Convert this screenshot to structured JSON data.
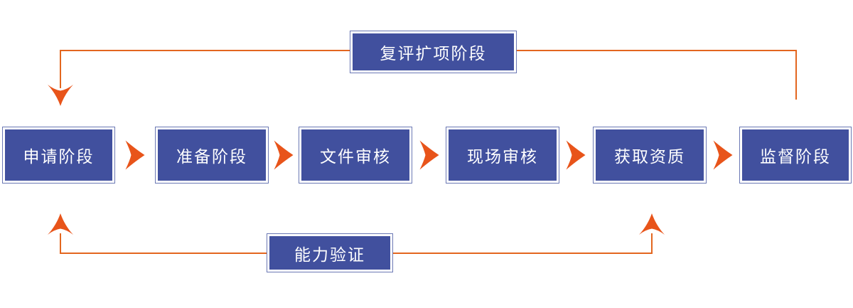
{
  "flow": {
    "stages": [
      "申请阶段",
      "准备阶段",
      "文件审核",
      "现场审核",
      "获取资质",
      "监督阶段"
    ],
    "top_loop": {
      "label": "复评扩项阶段"
    },
    "bottom_loop": {
      "label": "能力验证"
    }
  },
  "icons": {
    "between_stages": "chevron-right-icon",
    "top_loop_end": "arrow-down-icon",
    "bottom_loop_ends": "arrow-up-icon"
  },
  "colors": {
    "node_fill": "#41509e",
    "node_border": "#6b78b4",
    "node_text": "#ffffff",
    "connector_line": "#e3661f",
    "arrowhead": "#e8541a",
    "background": "#ffffff"
  }
}
